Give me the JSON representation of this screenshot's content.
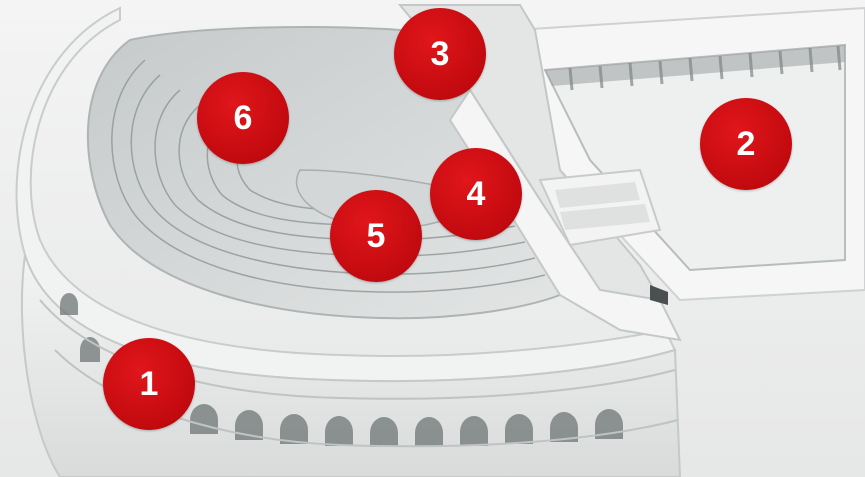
{
  "markers": [
    {
      "label": "1"
    },
    {
      "label": "2"
    },
    {
      "label": "3"
    },
    {
      "label": "4"
    },
    {
      "label": "5"
    },
    {
      "label": "6"
    }
  ],
  "colors": {
    "marker_fill": "#d3111a",
    "marker_text": "#ffffff",
    "background": "#f2f2f2",
    "structure": "#e9eaea",
    "shadow": "#9da3a3"
  }
}
